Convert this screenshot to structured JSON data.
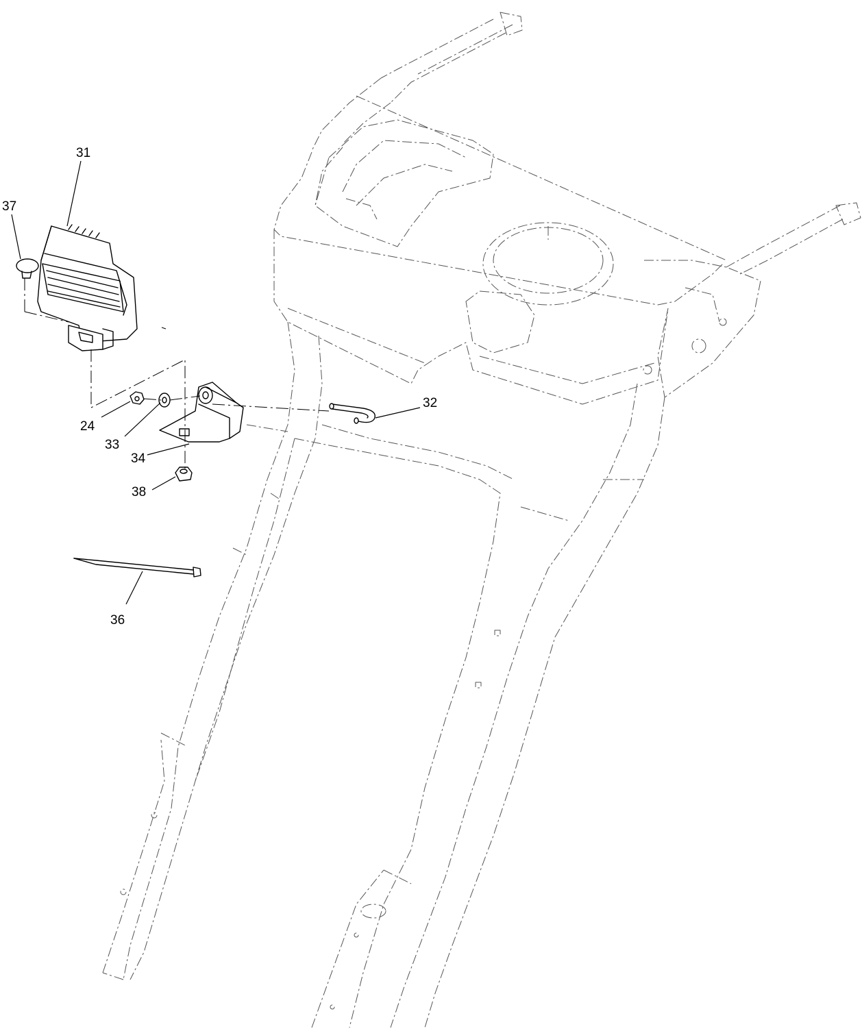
{
  "callouts": {
    "c31": "31",
    "c37": "37",
    "c24": "24",
    "c33": "33",
    "c34": "34",
    "c38": "38",
    "c32": "32",
    "c36": "36"
  }
}
